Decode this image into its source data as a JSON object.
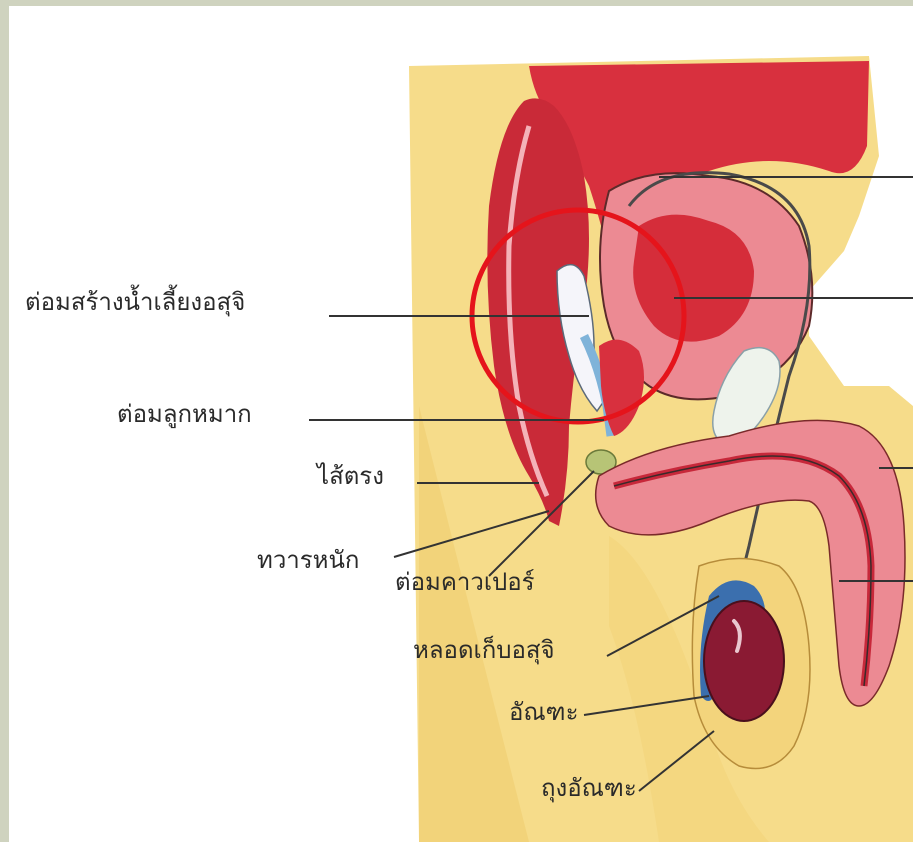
{
  "labels": {
    "seminal_vesicle": "ต่อมสร้างน้ำเลี้ยงอสุจิ",
    "prostate": "ต่อมลูกหมาก",
    "rectum": "ไส้ตรง",
    "anus": "ทวารหนัก",
    "cowper": "ต่อมคาวเปอร์",
    "epididymis": "หลอดเก็บอสุจิ",
    "testis": "อัณฑะ",
    "scrotum": "ถุงอัณฑะ"
  },
  "colors": {
    "background_frame": "#cfd3bf",
    "skin_yellow": "#f6dc8a",
    "tissue_red": "#d8303e",
    "tissue_pink": "#ec8a93",
    "highlight_circle": "#e5141b",
    "testis_maroon": "#8a1a33",
    "vesicle_blue": "#9ec6e6"
  }
}
